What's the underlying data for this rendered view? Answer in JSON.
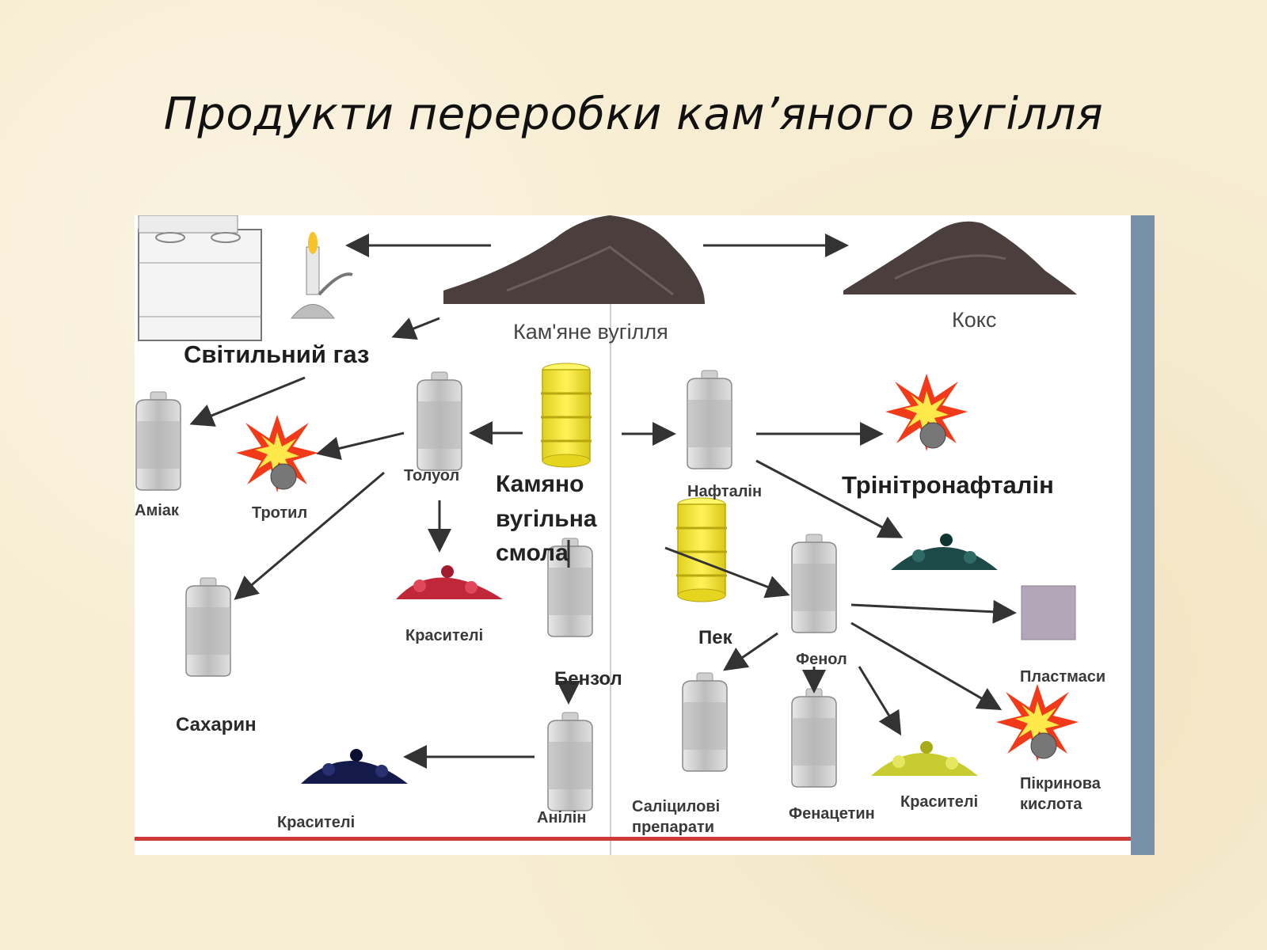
{
  "title": "Продукти переробки кам’яного вугілля",
  "labels": {
    "coal": "Кам'яне вугілля",
    "coke": "Кокс",
    "gas": "Світильний газ",
    "tar": "Камяно\nвугільна\nсмола",
    "trinitro": "Трінітронафталін",
    "ammonia": "Аміак",
    "trotyl": "Тротил",
    "toluene": "Толуол",
    "naphthalene": "Нафталін",
    "dyes_red": "Красителі",
    "benzene": "Бензол",
    "pitch": "Пек",
    "phenol": "Фенол",
    "plastics": "Пластмаси",
    "saccharin": "Сахарин",
    "salicylic": "Саліцилові\nпрепарати",
    "phenacetin": "Фенацетин",
    "dyes_yellow": "Красителі",
    "picric": "Пікринова\nкислота",
    "dyes_blue": "Красителі",
    "aniline": "Анілін"
  },
  "colors": {
    "coal": "#4a3f3c",
    "tar_barrel": "#f0e030",
    "bottle": "#d4d4d4",
    "dye_red": "#c0283a",
    "dye_green": "#1d4a48",
    "dye_yellow": "#c8cc30",
    "dye_blue": "#141a4a",
    "side_bar": "#7890a8",
    "bottom_line": "#d23a3a"
  }
}
